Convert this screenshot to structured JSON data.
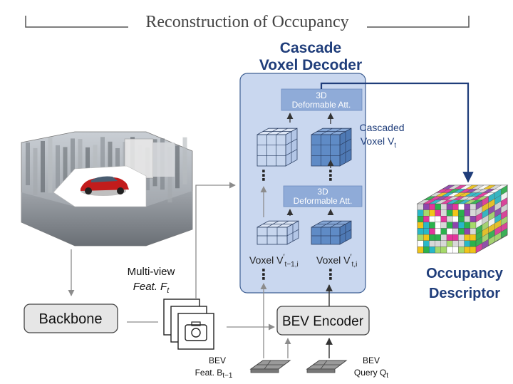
{
  "header": {
    "title": "Reconstruction of Occupancy"
  },
  "decoder": {
    "title_line1": "Cascade",
    "title_line2": "Voxel Decoder",
    "attention_top": {
      "line1": "3D",
      "line2": "Deformable Att."
    },
    "attention_mid": {
      "line1": "3D",
      "line2": "Deformable Att."
    },
    "cascaded_label": "Cascaded",
    "cascaded_var": {
      "base": "Voxel V",
      "sub": "t"
    },
    "voxel_prev": {
      "base": "Voxel V",
      "prime": "′",
      "sub": "t−1,i"
    },
    "voxel_cur": {
      "base": "Voxel V",
      "prime": "′",
      "sub": "t,i"
    },
    "dots": "⋮"
  },
  "blocks": {
    "backbone": "Backbone",
    "bev_encoder": "BEV Encoder"
  },
  "labels": {
    "multiview_line1": "Multi-view",
    "multiview_line2": {
      "base": "Feat. F",
      "sub": "t"
    },
    "bev_feat_line1": "BEV",
    "bev_feat_line2": {
      "base": "Feat. B",
      "sub": "t−1"
    },
    "bev_query_line1": "BEV",
    "bev_query_line2": {
      "base": "Query Q",
      "sub": "t"
    },
    "occupancy_line1": "Occupancy",
    "occupancy_line2": "Descriptor"
  },
  "colors": {
    "decoder_fill": "#c9d7ef",
    "decoder_stroke": "#3e5f93",
    "title_blue": "#1f3d7a",
    "att_fill": "#8fabd8",
    "voxel_light": "#c7d6ee",
    "voxel_dark": "#5f8bc6",
    "block_fill": "#e6e6e6",
    "arrow_gray": "#8c8c8c",
    "arrow_navy": "#1f3d7a"
  }
}
